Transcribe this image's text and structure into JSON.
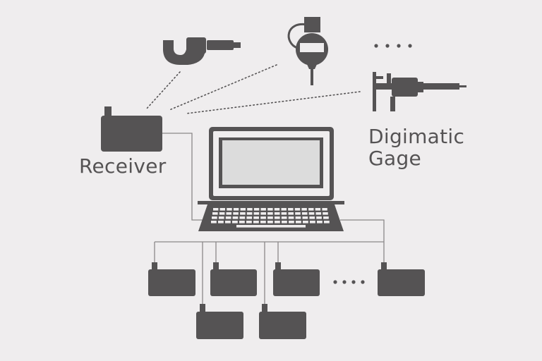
{
  "labels": {
    "receiver": "Receiver",
    "digimatic_gage_line1": "Digimatic",
    "digimatic_gage_line2": "Gage"
  },
  "colors": {
    "background": "#efedee",
    "device": "#555354",
    "screen": "#dcdcdc",
    "line": "#8a8889"
  },
  "icons": [
    "micrometer-icon",
    "dial-indicator-icon",
    "caliper-icon",
    "laptop-icon",
    "receiver-icon"
  ]
}
